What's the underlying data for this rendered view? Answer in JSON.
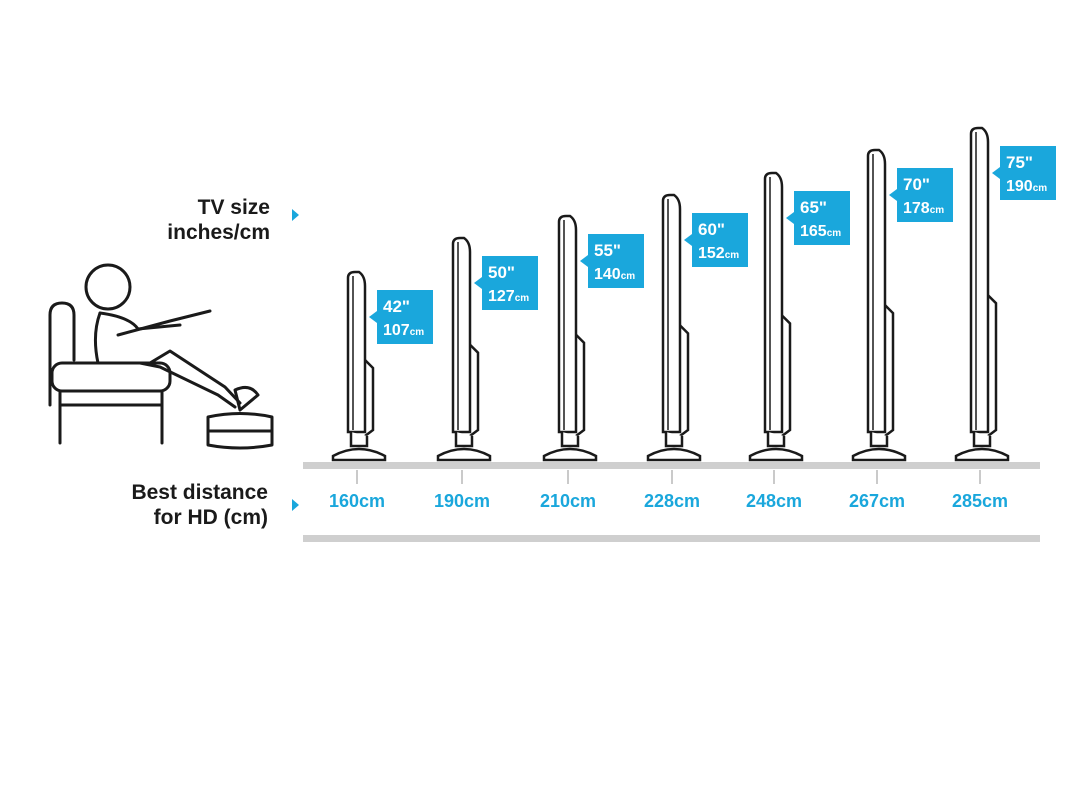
{
  "labels": {
    "tv_size_line1": "TV size",
    "tv_size_line2": "inches/cm",
    "distance_line1": "Best distance",
    "distance_line2": "for HD (cm)"
  },
  "colors": {
    "accent": "#1aa7dc",
    "label_text": "#ffffff",
    "distance_text": "#1aa7dc",
    "line": "#1a1a1a",
    "floor": "#cfcfcf"
  },
  "tvs": [
    {
      "inches": "42\"",
      "cm": "107",
      "unit": "cm",
      "distance": "160cm"
    },
    {
      "inches": "50\"",
      "cm": "127",
      "unit": "cm",
      "distance": "190cm"
    },
    {
      "inches": "55\"",
      "cm": "140",
      "unit": "cm",
      "distance": "210cm"
    },
    {
      "inches": "60\"",
      "cm": "152",
      "unit": "cm",
      "distance": "228cm"
    },
    {
      "inches": "65\"",
      "cm": "165",
      "unit": "cm",
      "distance": "248cm"
    },
    {
      "inches": "70\"",
      "cm": "178",
      "unit": "cm",
      "distance": "267cm"
    },
    {
      "inches": "75\"",
      "cm": "190",
      "unit": "cm",
      "distance": "285cm"
    }
  ]
}
